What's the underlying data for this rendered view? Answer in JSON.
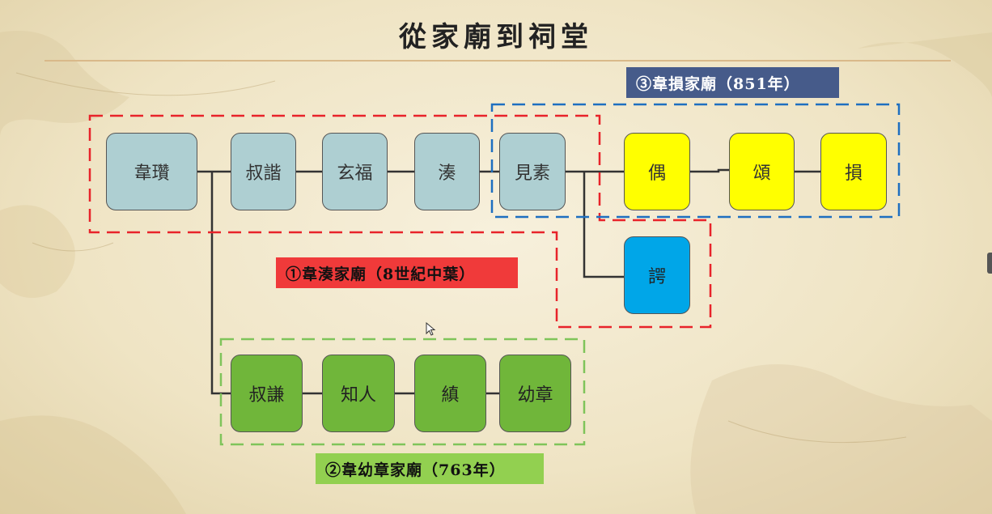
{
  "title": "從家廟到祠堂",
  "labels": {
    "temple1": "①韋湊家廟（8世紀中葉）",
    "temple2": "②韋幼章家廟（763年）",
    "temple3": "③韋損家廟（851年）"
  },
  "nodes": {
    "weizan": "韋瓚",
    "shujie": "叔諧",
    "xuanfu": "玄福",
    "cou": "湊",
    "jiansu": "見素",
    "ou": "偶",
    "song": "頌",
    "sun": "損",
    "e": "諤",
    "shuqian": "叔謙",
    "zhiren": "知人",
    "zhen": "縝",
    "youzhang": "幼章"
  },
  "colors": {
    "gen_main": "#aecfd2",
    "temple3_members": "#ffff00",
    "e_node": "#00a6e8",
    "temple2_members": "#70b63a",
    "temple1_border": "#e8232a",
    "temple2_border": "#7fc45a",
    "temple3_border": "#1e6fc0"
  }
}
